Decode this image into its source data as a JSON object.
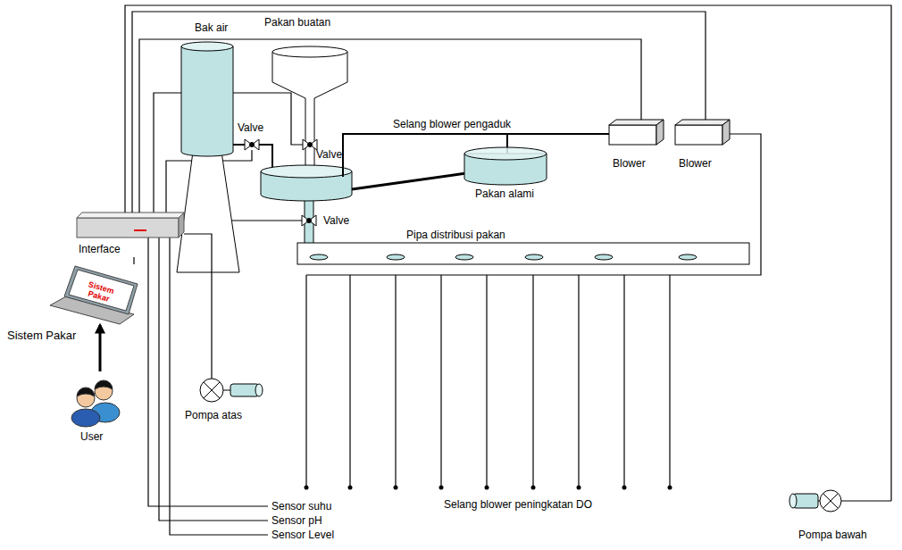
{
  "diagram": {
    "nodes": [
      {
        "text": [
          "Bak air"
        ]
      },
      {
        "text": [
          "Pakan buatan"
        ]
      },
      {
        "text": [
          "Blower"
        ]
      },
      {
        "text": [
          "Blower"
        ]
      },
      {
        "text": [
          "Pakan alami"
        ]
      },
      {
        "text": [
          "Interface"
        ]
      },
      {
        "text": [
          "Pipa distribusi pakan"
        ]
      },
      {
        "text": [
          "Sistem Pakar"
        ]
      },
      {
        "text": [
          "Pompa atas"
        ]
      },
      {
        "text": [
          "User"
        ]
      },
      {
        "text": [
          "Pompa bawah"
        ]
      }
    ],
    "edges": [
      {
        "from": 5,
        "to": 2,
        "arrow": "none"
      },
      {
        "from": 5,
        "to": 3,
        "arrow": "none"
      },
      {
        "from": 5,
        "to": 10,
        "arrow": "none"
      },
      {
        "from": 2,
        "to": 4,
        "arrow": "none"
      },
      {
        "from": 5,
        "to": 7,
        "arrow": "none"
      },
      {
        "from": 5,
        "to": 8,
        "arrow": "none"
      },
      {
        "from": 9,
        "to": 7,
        "arrow": "to"
      }
    ],
    "labels": [
      "Valve",
      "Selang blower pengaduk",
      "Valve",
      "Valve",
      "Sistem Pakar",
      "Sensor suhu",
      "Sensor pH",
      "Sensor Level",
      "Selang blower peningkatan DO"
    ]
  }
}
